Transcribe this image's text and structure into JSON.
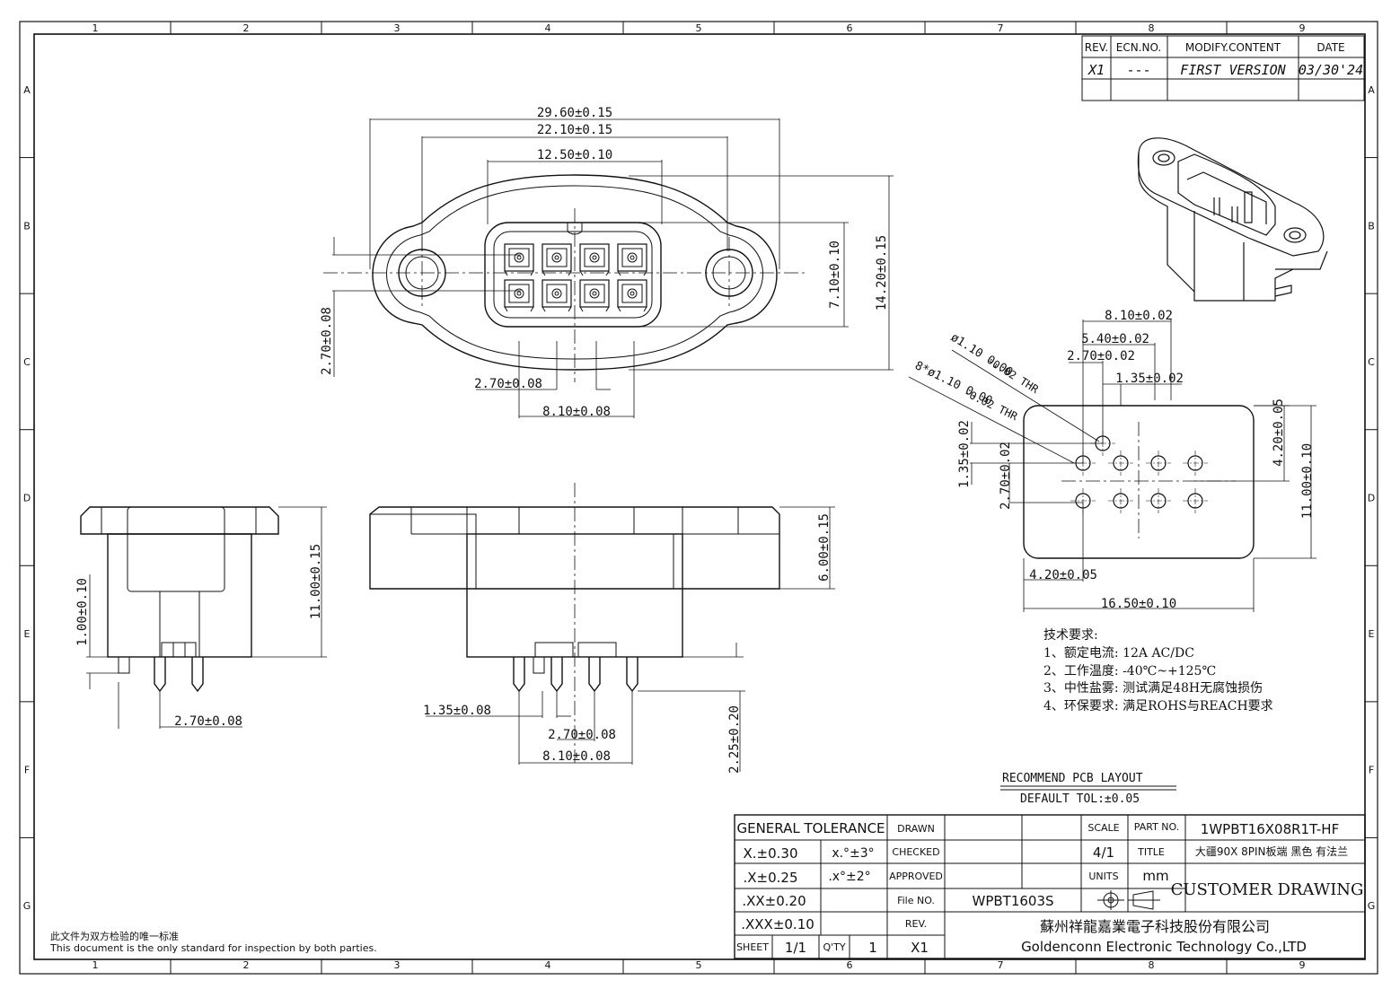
{
  "border": {
    "columns": [
      "1",
      "2",
      "3",
      "4",
      "5",
      "6",
      "7",
      "8",
      "9"
    ],
    "rows": [
      "A",
      "B",
      "C",
      "D",
      "E",
      "F",
      "G"
    ]
  },
  "revision": {
    "headers": [
      "REV.",
      "ECN.NO.",
      "MODIFY.CONTENT",
      "DATE"
    ],
    "row": [
      "X1",
      "---",
      "FIRST VERSION",
      "03/30'24"
    ]
  },
  "front_view": {
    "dims": [
      "29.60±0.15",
      "22.10±0.15",
      "12.50±0.10",
      "7.10±0.10",
      "14.20±0.15",
      "2.70±0.08",
      "2.70±0.08",
      "8.10±0.08"
    ]
  },
  "side_view": {
    "dims": [
      "11.00±0.15",
      "1.00±0.10",
      "2.70±0.08"
    ]
  },
  "bottom_view": {
    "dims": [
      "6.00±0.15",
      "1.35±0.08",
      "2.70±0.08",
      "8.10±0.08",
      "2.25±0.20"
    ]
  },
  "pcb_layout": {
    "dims": [
      "8.10±0.02",
      "5.40±0.02",
      "2.70±0.02",
      "1.35±0.02",
      "4.20±0.05",
      "11.00±0.10",
      "1.35±0.02",
      "2.70±0.02",
      "4.20±0.05",
      "16.50±0.10"
    ],
    "hole_note_1": "ø1.10  0.00",
    "hole_note_1b": "-0.02 THR",
    "hole_note_2": "8*ø1.10  0.00",
    "hole_note_2b": "-0.02 THR",
    "title": "RECOMMEND PCB LAYOUT",
    "tolerance": "DEFAULT TOL:±0.05"
  },
  "tech_requirements": {
    "heading": "技术要求:",
    "items": [
      "1、额定电流: 12A AC/DC",
      "2、工作温度: -40℃~+125℃",
      "3、中性盐雾: 测试满足48H无腐蚀损伤",
      "4、环保要求: 满足ROHS与REACH要求"
    ]
  },
  "title_block": {
    "general_tolerance": "GENERAL TOLERANCE",
    "tol_x": "X.±0.30",
    "tol_xx": ".X±0.25",
    "tol_xxx": ".XX±0.20",
    "tol_xxxx": ".XXX±0.10",
    "ang1": "x.°±3°",
    "ang2": ".x°±2°",
    "drawn": "DRAWN",
    "checked": "CHECKED",
    "approved": "APPROVED",
    "file_no_label": "File NO.",
    "file_no": "WPBT1603S",
    "rev_label": "REV.",
    "rev": "X1",
    "sheet_label": "SHEET",
    "sheet": "1/1",
    "qty_label": "Q'TY",
    "qty": "1",
    "scale_label": "SCALE",
    "scale": "4/1",
    "units_label": "UNITS",
    "units": "mm",
    "part_no_label": "PART NO.",
    "part_no": "1WPBT16X08R1T-HF",
    "title_label": "TITLE",
    "title": "大疆90X 8PIN板端 黑色 有法兰",
    "customer": "CUSTOMER DRAWING",
    "company_cn": "蘇州祥龍嘉業電子科技股份有限公司",
    "company_en": "Goldenconn Electronic Technology Co.,LTD"
  },
  "footer_note": {
    "cn": "此文件为双方检验的唯一标准",
    "en": "This document is the only standard for inspection by both parties."
  }
}
